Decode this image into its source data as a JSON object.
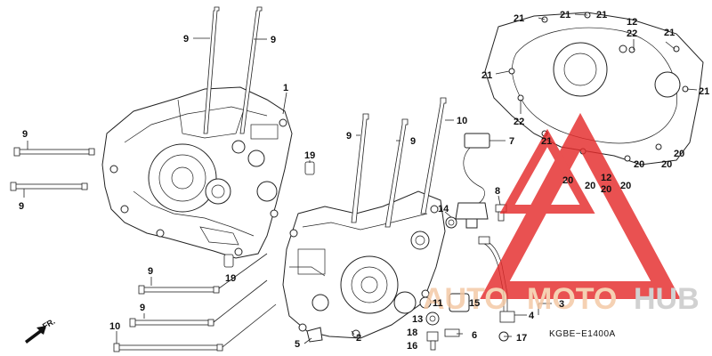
{
  "diagram_code": "KGBE−E1400A",
  "direction_label": "FR.",
  "watermark": {
    "left": "AUTO",
    "middle": "MOTO",
    "right": "HUB",
    "colors": {
      "triangle": "#e52b2b",
      "left": "#f4c7a3",
      "middle": "#f4c7a3",
      "right": "#c8c8c8"
    }
  },
  "callouts": [
    {
      "id": "c9a",
      "label": "9"
    },
    {
      "id": "c9b",
      "label": "9"
    },
    {
      "id": "c1",
      "label": "1"
    },
    {
      "id": "c9c",
      "label": "9"
    },
    {
      "id": "c9d",
      "label": "9"
    },
    {
      "id": "c19a",
      "label": "19"
    },
    {
      "id": "c19b",
      "label": "19"
    },
    {
      "id": "c9e",
      "label": "9"
    },
    {
      "id": "c9f",
      "label": "9"
    },
    {
      "id": "c10a",
      "label": "10"
    },
    {
      "id": "c7",
      "label": "7"
    },
    {
      "id": "c14",
      "label": "14"
    },
    {
      "id": "c8",
      "label": "8"
    },
    {
      "id": "c9g",
      "label": "9"
    },
    {
      "id": "c9h",
      "label": "9"
    },
    {
      "id": "c10b",
      "label": "10"
    },
    {
      "id": "c5",
      "label": "5"
    },
    {
      "id": "c2",
      "label": "2"
    },
    {
      "id": "c11",
      "label": "11"
    },
    {
      "id": "c15",
      "label": "15"
    },
    {
      "id": "c13",
      "label": "13"
    },
    {
      "id": "c18",
      "label": "18"
    },
    {
      "id": "c16",
      "label": "16"
    },
    {
      "id": "c6",
      "label": "6"
    },
    {
      "id": "c3",
      "label": "3"
    },
    {
      "id": "c4",
      "label": "4"
    },
    {
      "id": "c17",
      "label": "17"
    },
    {
      "id": "c21a",
      "label": "21"
    },
    {
      "id": "c21b",
      "label": "21"
    },
    {
      "id": "c12a",
      "label": "12"
    },
    {
      "id": "c22a",
      "label": "22"
    },
    {
      "id": "c21c",
      "label": "21"
    },
    {
      "id": "c21d",
      "label": "21"
    },
    {
      "id": "c21e",
      "label": "21"
    },
    {
      "id": "c22b",
      "label": "22"
    },
    {
      "id": "c21f",
      "label": "21"
    },
    {
      "id": "c21g",
      "label": "21"
    },
    {
      "id": "c20a",
      "label": "20"
    },
    {
      "id": "c20b",
      "label": "20"
    },
    {
      "id": "c12b",
      "label": "12"
    },
    {
      "id": "c20c",
      "label": "20"
    },
    {
      "id": "c20d",
      "label": "20"
    },
    {
      "id": "c20e",
      "label": "20"
    },
    {
      "id": "c20f",
      "label": "20"
    },
    {
      "id": "c20g",
      "label": "20"
    }
  ]
}
